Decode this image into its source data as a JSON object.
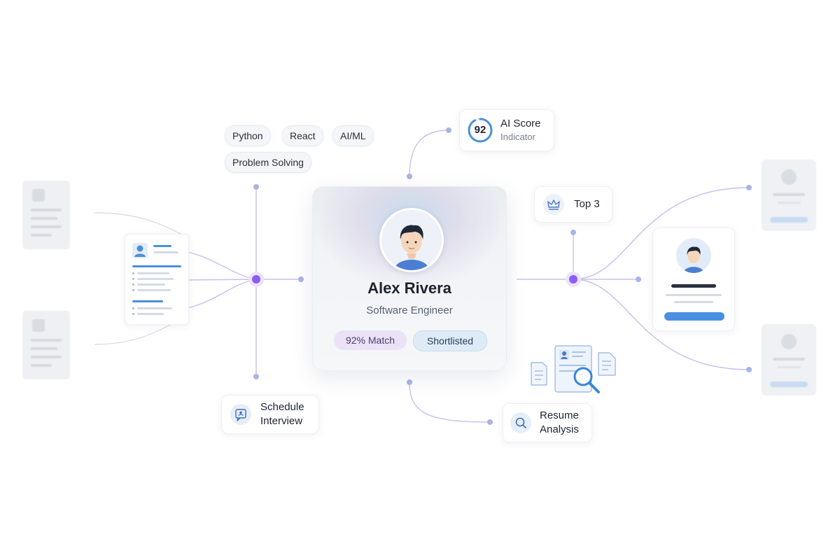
{
  "skills": [
    "Python",
    "React",
    "AI/ML",
    "Problem Solving"
  ],
  "candidate": {
    "name": "Alex Rivera",
    "role": "Software Engineer",
    "match": "92% Match",
    "status": "Shortlisted"
  },
  "ai_score": {
    "value": "92",
    "title": "AI Score",
    "subtitle": "Indicator",
    "fraction": 0.92
  },
  "rank": {
    "label": "Top 3",
    "icon": "crown-icon"
  },
  "schedule": {
    "line1": "Schedule",
    "line2": "Interview",
    "icon": "calendar-chat-icon"
  },
  "resume_analysis": {
    "line1": "Resume",
    "line2": "Analysis",
    "icon": "search-icon"
  },
  "colors": {
    "accent": "#8b5cf6",
    "connector": "#c9b8ec",
    "blue": "#4a90d9",
    "match_bg": "#ece2f7",
    "shortlist_bg": "#deebf6"
  }
}
